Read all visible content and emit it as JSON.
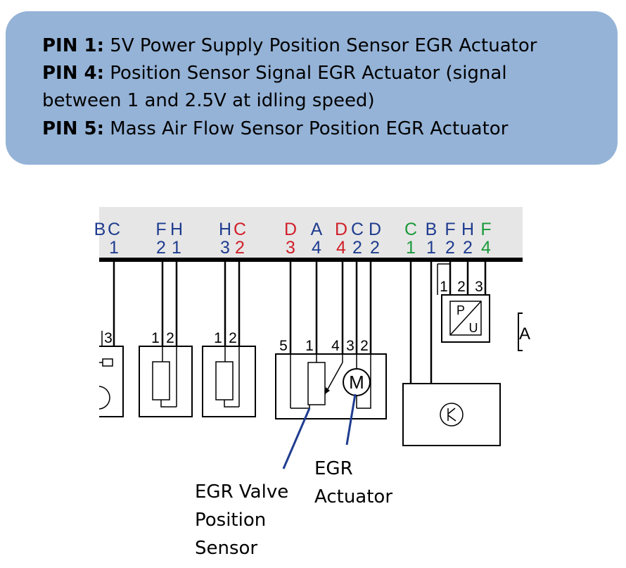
{
  "notes": [
    {
      "pin": "PIN 1:",
      "text": "5V Power Supply Position Sensor EGR Actuator"
    },
    {
      "pin": "PIN 4:",
      "text": "Position Sensor Signal EGR Actuator (signal"
    },
    {
      "pin": "",
      "text": "between 1 and 2.5V at idling speed)"
    },
    {
      "pin": "PIN 5:",
      "text": "Mass Air Flow Sensor Position EGR Actuator"
    }
  ],
  "connector_labels": {
    "group1": [
      {
        "letter": "B",
        "num": "",
        "color": "#1f3c8f"
      },
      {
        "letter": "C",
        "num": "1",
        "color": "#1f3c8f"
      }
    ],
    "group2": [
      {
        "letter": "F",
        "num": "2",
        "color": "#1f3c8f"
      },
      {
        "letter": "H",
        "num": "1",
        "color": "#1f3c8f"
      }
    ],
    "group3": [
      {
        "letter": "H",
        "num": "3",
        "color": "#1f3c8f"
      },
      {
        "letter": "C",
        "num": "2",
        "color": "#d0202a"
      }
    ],
    "group4": [
      {
        "letter": "D",
        "num": "3",
        "color": "#d0202a"
      },
      {
        "letter": "A",
        "num": "4",
        "color": "#1f3c8f"
      },
      {
        "letter": "D",
        "num": "4",
        "color": "#d0202a"
      },
      {
        "letter": "C",
        "num": "2",
        "color": "#1f3c8f"
      },
      {
        "letter": "D",
        "num": "2",
        "color": "#1f3c8f"
      }
    ],
    "group5": [
      {
        "letter": "C",
        "num": "1",
        "color": "#1a9a3a"
      },
      {
        "letter": "B",
        "num": "1",
        "color": "#1f3c8f"
      },
      {
        "letter": "F",
        "num": "2",
        "color": "#1f3c8f"
      },
      {
        "letter": "H",
        "num": "2",
        "color": "#1f3c8f"
      },
      {
        "letter": "F",
        "num": "4",
        "color": "#1a9a3a"
      }
    ]
  },
  "component_pins": {
    "left_partial": "3",
    "resistor_a": [
      "1",
      "2"
    ],
    "resistor_b": [
      "1",
      "2"
    ],
    "egr_module": [
      "5",
      "1",
      "4",
      "3",
      "2"
    ],
    "pu_sensor": [
      "1",
      "2",
      "3"
    ]
  },
  "symbols": {
    "motor": "M",
    "pu_top": "P",
    "pu_bottom": "U",
    "edge_letter": "A"
  },
  "captions": {
    "sensor": [
      "EGR Valve",
      "Position",
      "Sensor"
    ],
    "actuator": [
      "EGR",
      "Actuator"
    ]
  },
  "colors": {
    "box_fill": "#95b3d7",
    "label_blue": "#1f3c8f",
    "label_red": "#d0202a",
    "label_green": "#1a9a3a",
    "pointer_blue": "#1f3c8f",
    "strip_gray": "#e6e6e6"
  }
}
